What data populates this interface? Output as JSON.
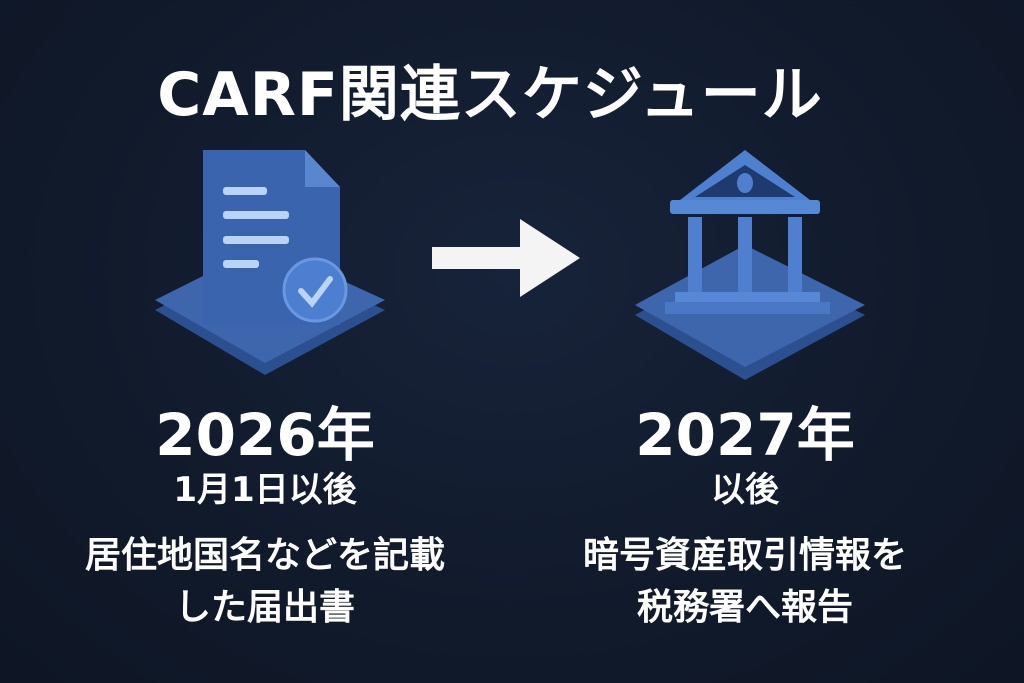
{
  "title": "CARF関連スケジュール",
  "steps": [
    {
      "icon": "document-check-icon",
      "year": "2026年",
      "date": "1月1日以後",
      "description": [
        "居住地国名などを記載",
        "した届出書"
      ]
    },
    {
      "icon": "government-building-icon",
      "year": "2027年",
      "date": "以後",
      "description": [
        "暗号資産取引情報を",
        "税務署へ報告"
      ]
    }
  ],
  "colors": {
    "background": "#111a2b",
    "icon_blue": "#4a78c4",
    "text": "#ffffff"
  }
}
